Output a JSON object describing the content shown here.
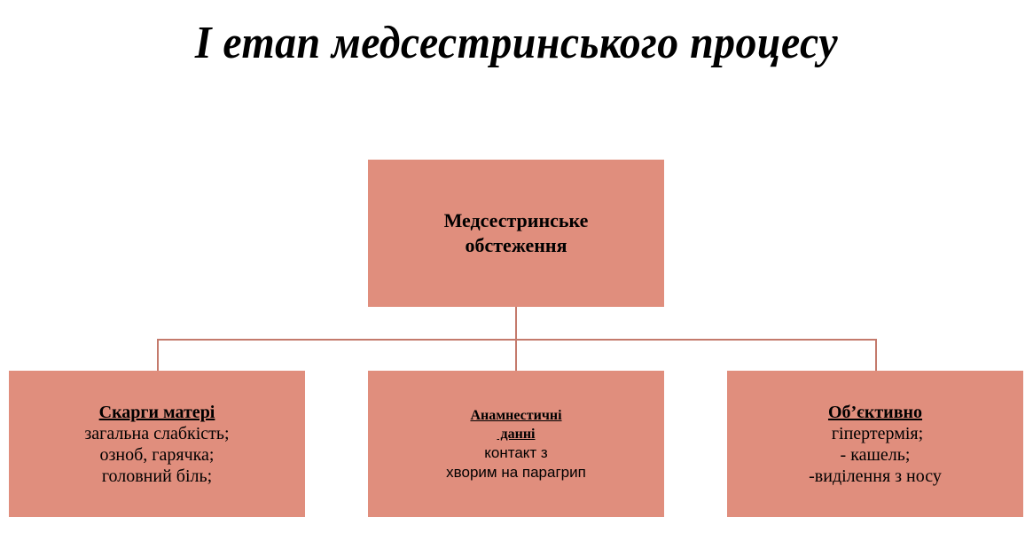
{
  "title": "І етап медсестринського процесу",
  "colors": {
    "box_fill": "#E08E7D",
    "connector": "#C47A6C",
    "text": "#000000"
  },
  "root": {
    "label": "Медсестринське обстеження"
  },
  "children": [
    {
      "heading": "Скарги матері",
      "lines": [
        "загальна слабкість;",
        "озноб, гарячка;",
        "головний біль;"
      ]
    },
    {
      "heading_lines": [
        "Анамнестичні",
        " данні"
      ],
      "lines": [
        "контакт з",
        "хворим на парагрип"
      ]
    },
    {
      "heading": "Об’єктивно",
      "lines": [
        " гіпертермія;",
        "- кашель;",
        "-виділення з носу"
      ]
    }
  ]
}
